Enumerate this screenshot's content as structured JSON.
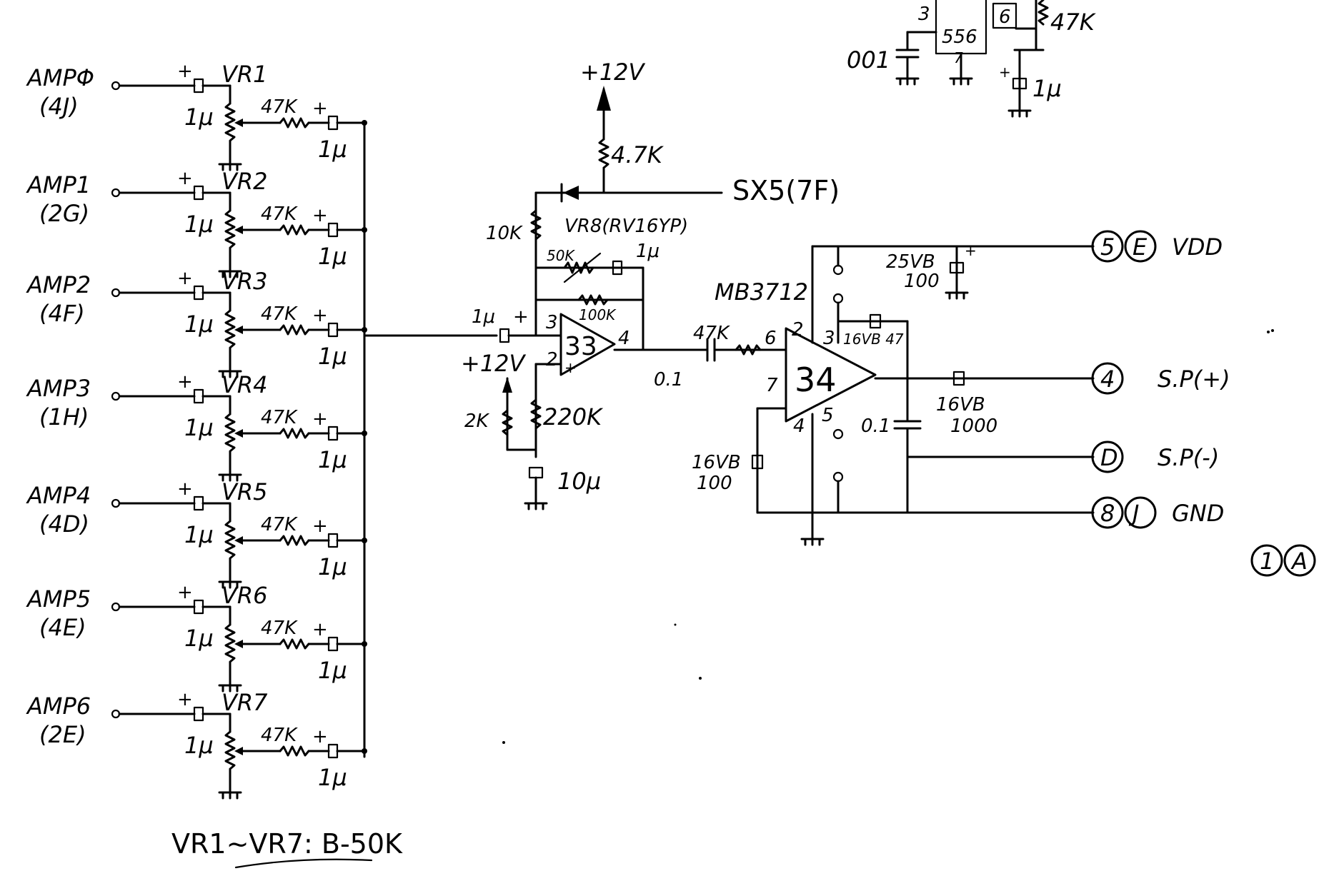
{
  "inputs": [
    {
      "name": "AMPΦ",
      "pin": "(4J)",
      "vr": "VR1"
    },
    {
      "name": "AMP1",
      "pin": "(2G)",
      "vr": "VR2"
    },
    {
      "name": "AMP2",
      "pin": "(4F)",
      "vr": "VR3"
    },
    {
      "name": "AMP3",
      "pin": "(1H)",
      "vr": "VR4"
    },
    {
      "name": "AMP4",
      "pin": "(4D)",
      "vr": "VR5"
    },
    {
      "name": "AMP5",
      "pin": "(4E)",
      "vr": "VR6"
    },
    {
      "name": "AMP6",
      "pin": "(2E)",
      "vr": "VR7"
    }
  ],
  "input_cap": "1μ",
  "mix_resistor": "47K",
  "mix_cap": "1μ",
  "vr_note": "VR1~VR7: B-50K",
  "mixer": {
    "supply": "+12V",
    "r_top": "4.7K",
    "diode_signal": "SX5(7F)",
    "r_fb": "10K",
    "vr8": "VR8(RV16YP)",
    "vr8_value": "50K",
    "fb_cap": "1μ",
    "r_fb2": "100K",
    "in_cap": "1μ",
    "ic": "33",
    "pin_plus": "3",
    "pin_minus": "2",
    "pin_out": "4",
    "bias_supply": "+12V",
    "bias_trim": "2K",
    "bias_r": "220K",
    "bias_cap": "10μ"
  },
  "coupling": {
    "cap": "0.1",
    "resistor": "47K"
  },
  "amp": {
    "part": "MB3712",
    "ic": "34",
    "pin6": "6",
    "pin2": "2",
    "pin3": "3",
    "pin7": "7",
    "pin4": "4",
    "pin5": "5",
    "boot_cap": "16VB 47",
    "vdd_cap_v": "25VB",
    "vdd_cap": "100",
    "out_cap_v": "16VB",
    "out_cap": "1000",
    "snub_cap": "0.1",
    "pin7_cap_v": "16VB",
    "pin7_cap": "100"
  },
  "timer": {
    "ic": "556",
    "pin_a": "3",
    "pin_b": "6",
    "pin_c": "7",
    "cap": "001",
    "resistor": "47K",
    "cap2": "1μ"
  },
  "connectors": [
    {
      "n1": "5",
      "n2": "E",
      "label": "VDD"
    },
    {
      "n1": "4",
      "n2": "",
      "label": "S.P(+)"
    },
    {
      "n1": "D",
      "n2": "",
      "label": "S.P(-)"
    },
    {
      "n1": "8",
      "n2": "J",
      "label": "GND"
    },
    {
      "n1": "1",
      "n2": "A",
      "label": ""
    }
  ]
}
